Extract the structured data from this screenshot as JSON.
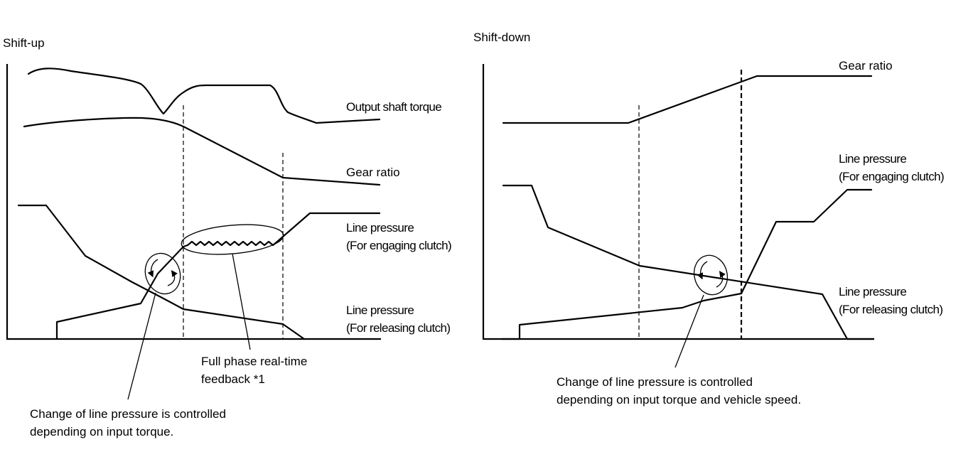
{
  "shift_up": {
    "title": "Shift-up",
    "labels": {
      "output_shaft_torque": "Output shaft torque",
      "gear_ratio": "Gear ratio",
      "line_pressure_engaging_1": "Line pressure",
      "line_pressure_engaging_2": "(For engaging clutch)",
      "line_pressure_releasing_1": "Line pressure",
      "line_pressure_releasing_2": "(For releasing clutch)"
    },
    "annotations": {
      "feedback_1": "Full phase real-time",
      "feedback_2": "feedback *1",
      "control_1": "Change of line pressure is controlled",
      "control_2": "depending on input torque."
    }
  },
  "shift_down": {
    "title": "Shift-down",
    "labels": {
      "gear_ratio": "Gear ratio",
      "line_pressure_engaging_1": "Line pressure",
      "line_pressure_engaging_2": "(For engaging clutch)",
      "line_pressure_releasing_1": "Line pressure",
      "line_pressure_releasing_2": "(For releasing clutch)"
    },
    "annotations": {
      "control_1": "Change of line pressure is controlled",
      "control_2": "depending on input torque and vehicle speed."
    }
  }
}
